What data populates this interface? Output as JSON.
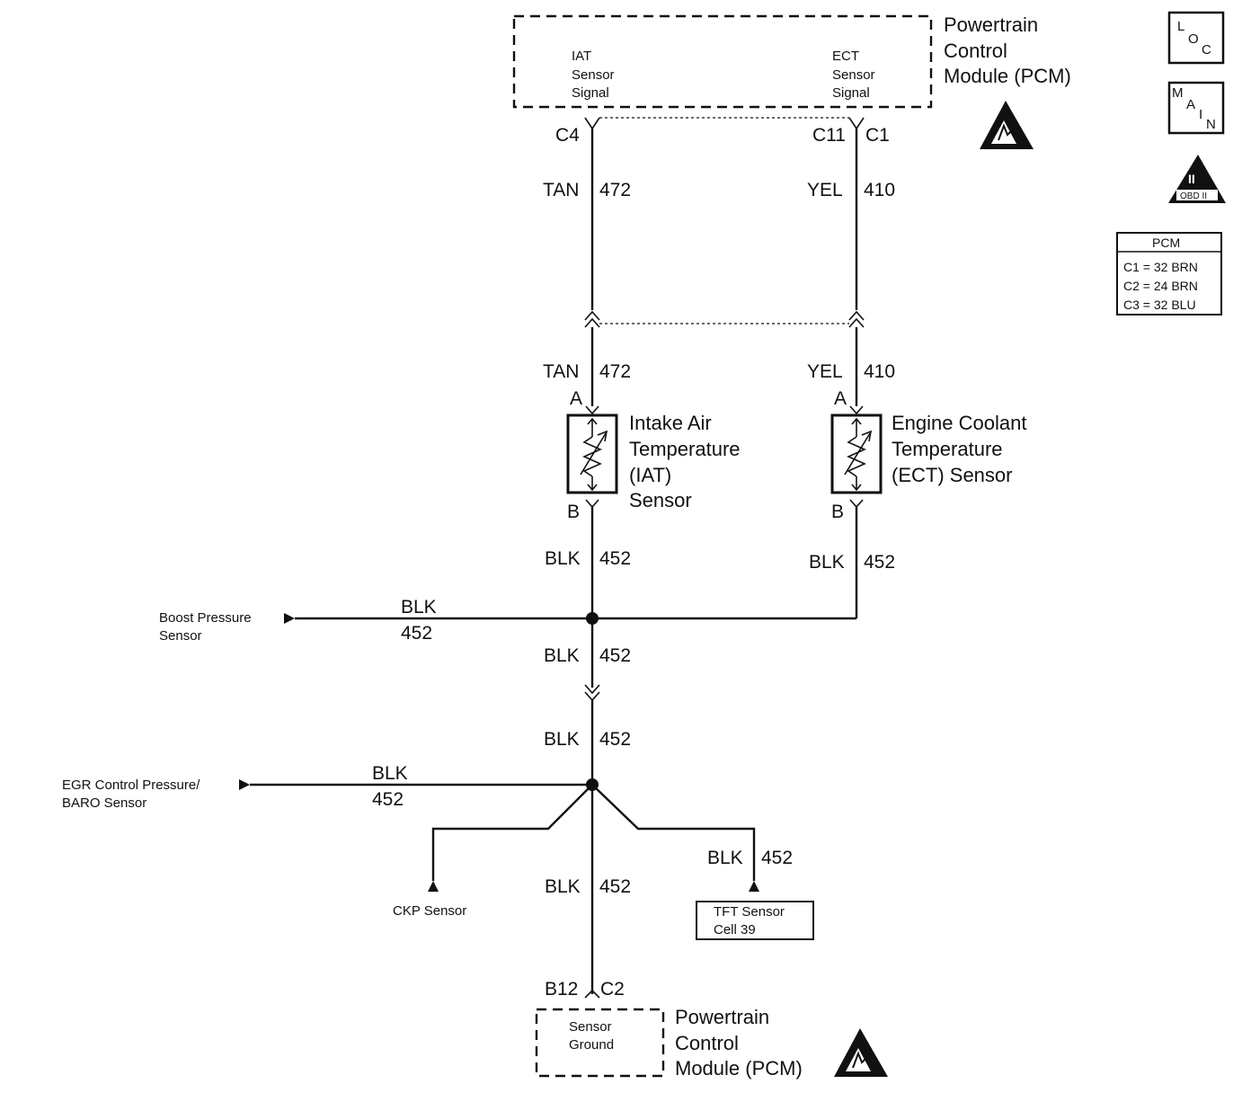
{
  "pcm_top": {
    "title": [
      "Powertrain",
      "Control",
      "Module (PCM)"
    ],
    "iat_signal": [
      "IAT",
      "Sensor",
      "Signal"
    ],
    "ect_signal": [
      "ECT",
      "Sensor",
      "Signal"
    ]
  },
  "connectors": {
    "iat_pcm_pin": "C4",
    "ect_pcm_pin": "C11",
    "ect_pcm_conn": "C1",
    "sensor_pin_a": "A",
    "sensor_pin_b": "B",
    "ground_pin": "B12",
    "ground_conn": "C2"
  },
  "wires": {
    "tan": "TAN",
    "tan_num": "472",
    "yel": "YEL",
    "yel_num": "410",
    "blk": "BLK",
    "blk_num": "452"
  },
  "sensors": {
    "iat": [
      "Intake Air",
      "Temperature",
      "(IAT)",
      "Sensor"
    ],
    "ect": [
      "Engine Coolant",
      "Temperature",
      "(ECT) Sensor"
    ]
  },
  "offpage": {
    "boost": [
      "Boost Pressure",
      "Sensor"
    ],
    "egr": [
      "EGR Control Pressure/",
      "BARO Sensor"
    ],
    "ckp": "CKP Sensor",
    "tft": [
      "TFT Sensor",
      "Cell 39"
    ]
  },
  "pcm_bottom": {
    "title": [
      "Powertrain",
      "Control",
      "Module (PCM)"
    ],
    "ground": [
      "Sensor",
      "Ground"
    ]
  },
  "sidebar": {
    "loc": [
      "L",
      "O",
      "C"
    ],
    "main": [
      "M",
      "A",
      "I",
      "N"
    ],
    "obd_numeral": "II",
    "obd_text": "OBD II",
    "pcm_table": {
      "header": "PCM",
      "rows": [
        "C1 = 32 BRN",
        "C2 = 24 BRN",
        "C3 = 32 BLU"
      ]
    }
  }
}
